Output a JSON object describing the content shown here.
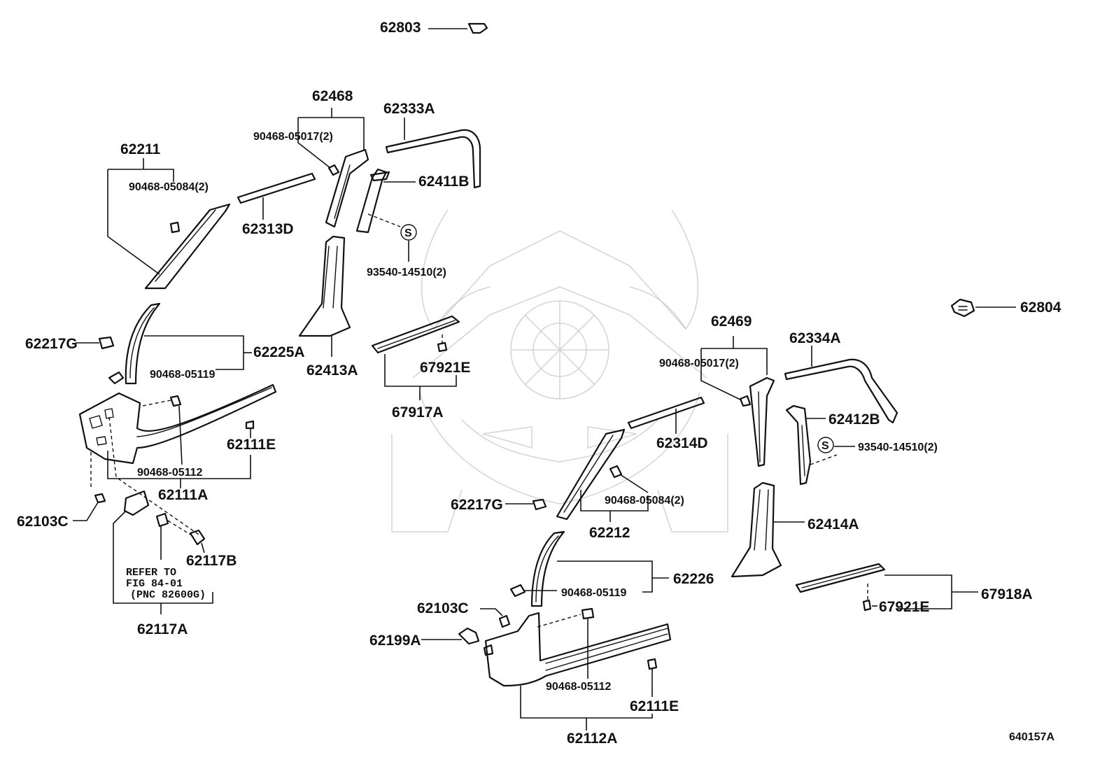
{
  "labels": {
    "p62803": "62803",
    "p62804": "62804",
    "p62468": "62468",
    "p62333A": "62333A",
    "p90468_05017_l": "90468-05017(2)",
    "p62411B": "62411B",
    "p62211": "62211",
    "p90468_05084_l": "90468-05084(2)",
    "p62313D": "62313D",
    "p93540_l": "93540-14510(2)",
    "p62217G_l": "62217G",
    "p62225A": "62225A",
    "p90468_05119_l": "90468-05119",
    "p62413A": "62413A",
    "p67921E_l": "67921E",
    "p67917A": "67917A",
    "p62111E_l": "62111E",
    "p90468_05112_l": "90468-05112",
    "p62111A": "62111A",
    "p62103C_l": "62103C",
    "p62117B": "62117B",
    "p62117A": "62117A",
    "p62469": "62469",
    "p62334A": "62334A",
    "p90468_05017_r": "90468-05017(2)",
    "p62412B": "62412B",
    "p62314D": "62314D",
    "p93540_r": "93540-14510(2)",
    "p62217G_r": "62217G",
    "p90468_05084_r": "90468-05084(2)",
    "p62212": "62212",
    "p62414A": "62414A",
    "p62226": "62226",
    "p90468_05119_r": "90468-05119",
    "p62103C_r": "62103C",
    "p67921E_r": "67921E",
    "p67918A": "67918A",
    "p62199A": "62199A",
    "p90468_05112_r": "90468-05112",
    "p62111E_r": "62111E",
    "p62112A": "62112A",
    "figure_code": "640157A"
  },
  "note": {
    "line1": "REFER TO",
    "line2": "FIG 84-01",
    "line3": "(PNC 82600G)"
  },
  "symbols": {
    "screw_mark": "S"
  },
  "colors": {
    "ink": "#111111",
    "watermark": "#c8c8c8",
    "background": "#ffffff"
  }
}
